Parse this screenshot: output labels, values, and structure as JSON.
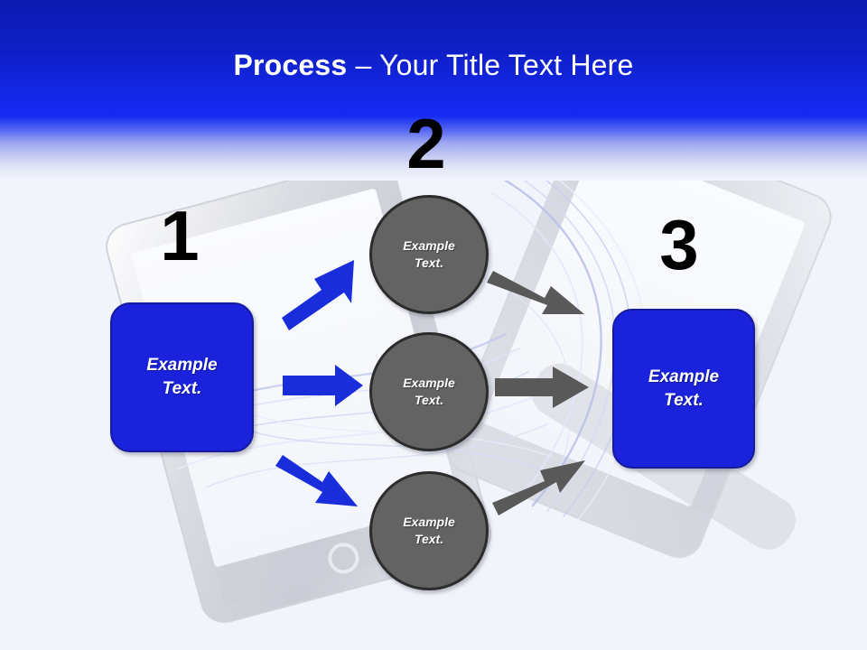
{
  "slide": {
    "title_bold": "Process",
    "title_sep": " – ",
    "title_rest": "Your Title Text Here",
    "background_color": "#f1f4fb",
    "header_top_color": "#0c1ab2",
    "header_mid_color": "#1429f3"
  },
  "steps": [
    {
      "number": "1",
      "label": "Example\nText."
    },
    {
      "number": "2",
      "label": "Example\nText."
    },
    {
      "number": "3",
      "label": "Example\nText."
    }
  ],
  "boxes": [
    {
      "name": "box-1",
      "label": "Example\nText.",
      "color": "#1a22dc"
    },
    {
      "name": "box-3",
      "label": "Example\nText.",
      "color": "#1a22dc"
    }
  ],
  "circles": [
    {
      "name": "circle-top",
      "label": "Example\nText.",
      "color": "#636363"
    },
    {
      "name": "circle-middle",
      "label": "Example\nText.",
      "color": "#636363"
    },
    {
      "name": "circle-bottom",
      "label": "Example\nText.",
      "color": "#636363"
    }
  ],
  "arrows": {
    "blue_color": "#1a2ddb",
    "gray_color": "#595959",
    "blue": [
      {
        "name": "arrow-box1-to-circle-top",
        "direction": "up-right"
      },
      {
        "name": "arrow-box1-to-circle-middle",
        "direction": "right"
      },
      {
        "name": "arrow-box1-to-circle-bottom",
        "direction": "down-right"
      }
    ],
    "gray": [
      {
        "name": "arrow-circle-top-to-box3",
        "direction": "down-right"
      },
      {
        "name": "arrow-circle-middle-to-box3",
        "direction": "right"
      },
      {
        "name": "arrow-circle-bottom-to-box3",
        "direction": "up-right"
      }
    ]
  }
}
